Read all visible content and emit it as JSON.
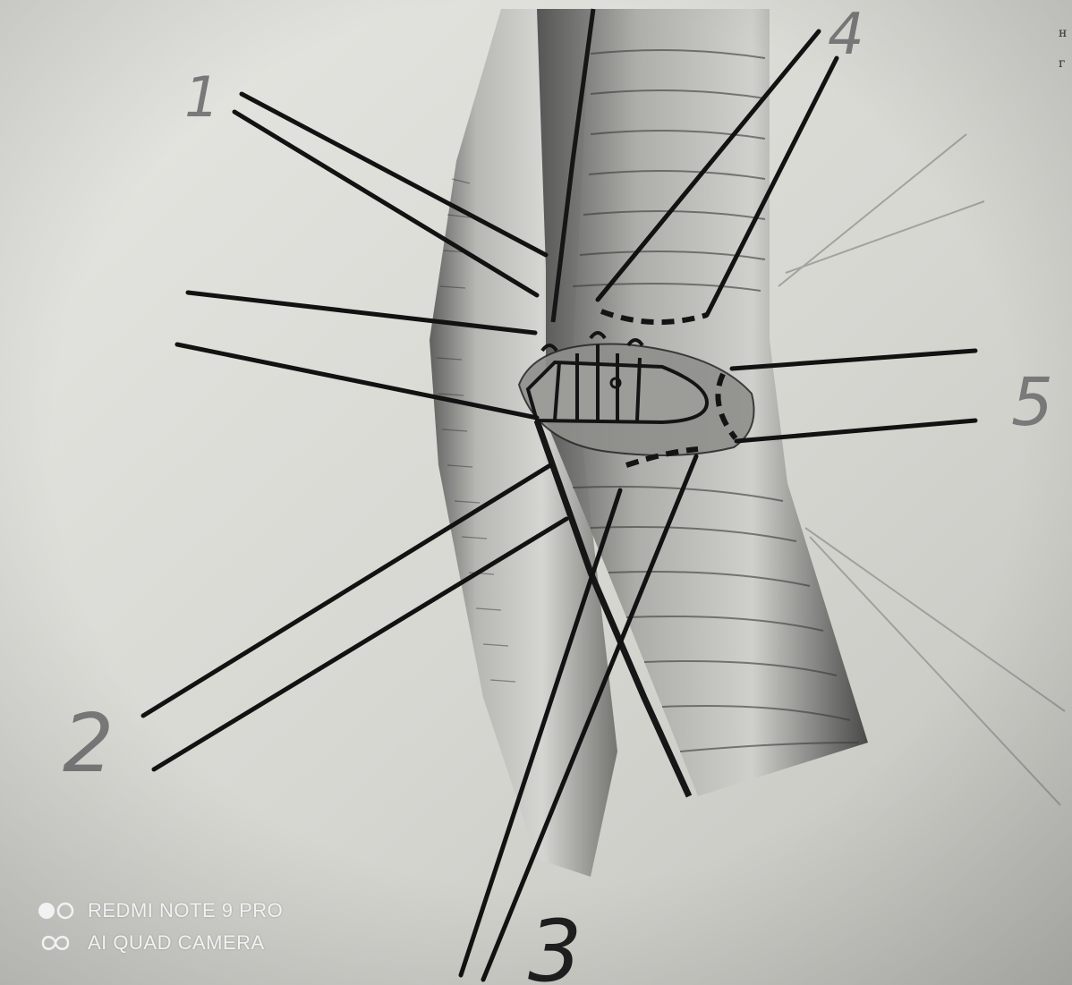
{
  "figure": {
    "labels": [
      "1",
      "2",
      "3",
      "4",
      "5"
    ]
  },
  "camera_watermark": {
    "model": "REDMI NOTE 9 PRO",
    "camera": "AI QUAD CAMERA"
  },
  "page_edge_text": [
    "н",
    "г"
  ],
  "colors": {
    "paper": "#dcdcd7",
    "ink": "#1a1a1a",
    "pencil": "#8c8c8c",
    "watermark": "#f2f2f2"
  }
}
